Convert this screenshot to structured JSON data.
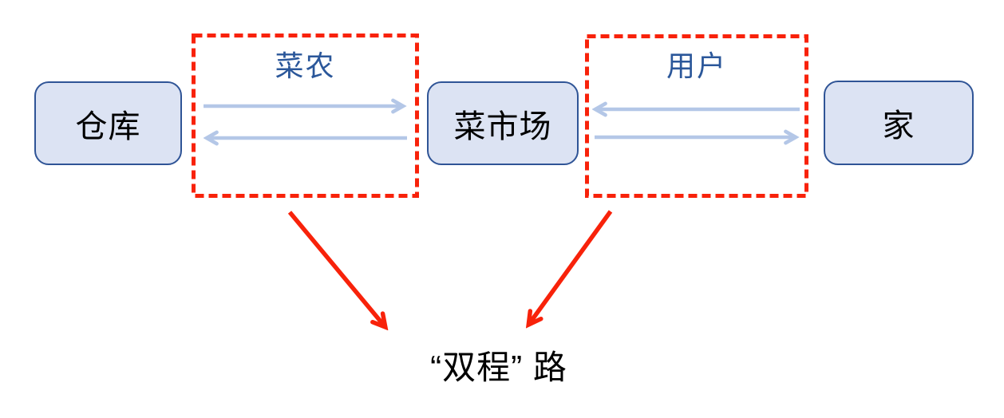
{
  "diagram": {
    "title_hint": "two-way trip flow diagram",
    "nodes": [
      {
        "id": "warehouse",
        "label": "仓库"
      },
      {
        "id": "market",
        "label": "菜市场"
      },
      {
        "id": "home",
        "label": "家"
      }
    ],
    "groups": [
      {
        "id": "farmer",
        "label": "菜农"
      },
      {
        "id": "user",
        "label": "用户"
      }
    ],
    "flows": [
      {
        "from": "仓库",
        "to": "菜市场",
        "direction": "right",
        "icon": "right-arrow-icon"
      },
      {
        "from": "菜市场",
        "to": "仓库",
        "direction": "left",
        "icon": "left-arrow-icon"
      },
      {
        "from": "家",
        "to": "菜市场",
        "direction": "left",
        "icon": "left-arrow-icon"
      },
      {
        "from": "菜市场",
        "to": "家",
        "direction": "right",
        "icon": "right-arrow-icon"
      }
    ],
    "highlights": [
      {
        "from": "菜农",
        "to": "caption",
        "icon": "diagonal-down-arrow-icon"
      },
      {
        "from": "用户",
        "to": "caption",
        "icon": "diagonal-down-arrow-icon"
      }
    ],
    "caption": "“双程” 路",
    "colors": {
      "node_fill": "#dce3f3",
      "node_border": "#2f5496",
      "flow_arrow": "#b4c7e7",
      "group_dashed_border": "#f8220a",
      "group_label_text": "#2b579a",
      "highlight_arrow": "#f8220a",
      "node_text": "#000000",
      "caption_text": "#000000",
      "background": "#ffffff"
    }
  }
}
